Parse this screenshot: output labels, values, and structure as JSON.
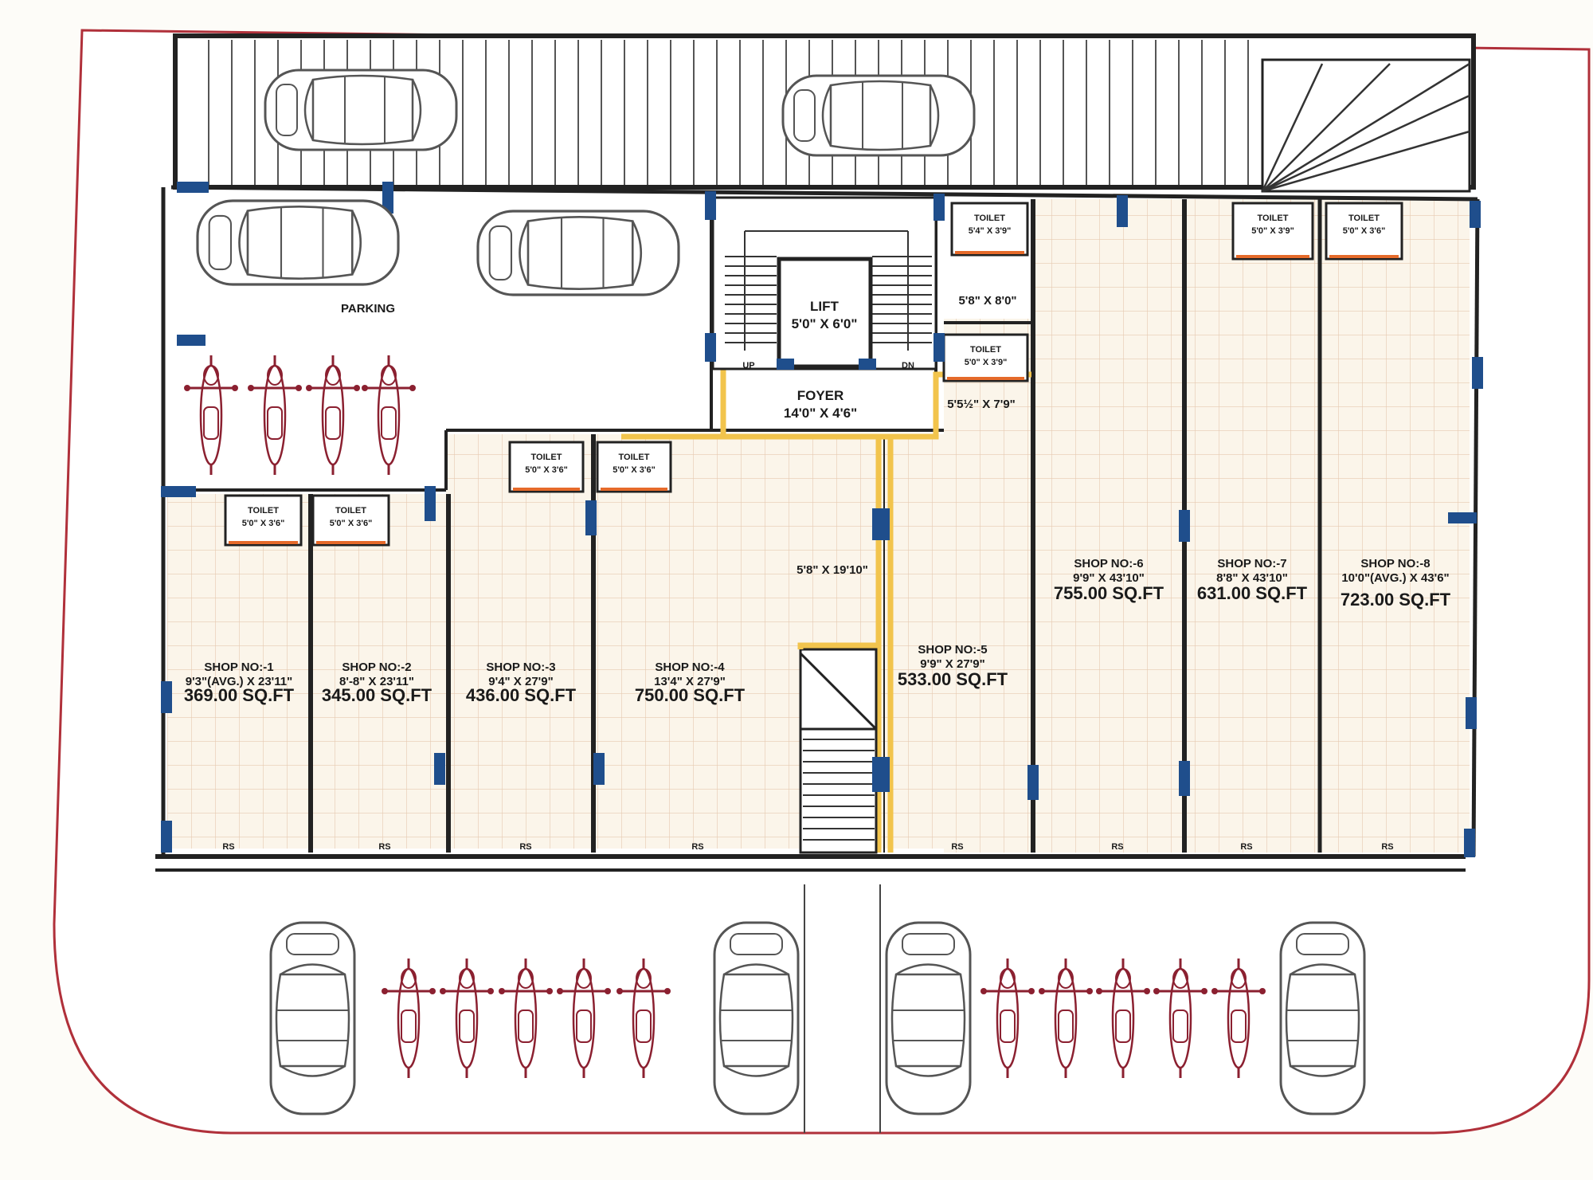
{
  "colors": {
    "background": "#fdfcf8",
    "plot_boundary": "#b0303a",
    "wall": "#222222",
    "column": "#1f4e8c",
    "corridor": "#f2c44c",
    "floor_grid": "#e6c9b0",
    "floor_fill": "#fbf5ea",
    "toilet_sill": "#e56a2a",
    "vehicle": "#555555",
    "motorbike": "#8b2030"
  },
  "icons": {
    "car": "car-icon",
    "motorbike": "motorbike-icon"
  },
  "labels": {
    "parking": "PARKING",
    "lift": "LIFT",
    "lift_size": "5'0\" X 6'0\"",
    "foyer": "FOYER",
    "foyer_size": "14'0\" X 4'6\"",
    "up": "UP",
    "dn": "DN",
    "passage_size": "5'8\" X 19'10\"",
    "lobby_size_1": "5'8\" X 8'0\"",
    "lobby_size_2": "5'5½\" X 7'9\"",
    "rs": "RS"
  },
  "toilets": [
    {
      "id": "t-top-1",
      "label": "TOILET",
      "size": "5'4\" X 3'9\""
    },
    {
      "id": "t-top-2",
      "label": "TOILET",
      "size": "5'0\" X 3'6\""
    },
    {
      "id": "t-mid-1",
      "label": "TOILET",
      "size": "5'0\" X 3'6\""
    },
    {
      "id": "t-mid-2",
      "label": "TOILET",
      "size": "5'0\" X 3'6\""
    },
    {
      "id": "t-left-1",
      "label": "TOILET",
      "size": "5'0\" X 3'6\""
    },
    {
      "id": "t-left-2",
      "label": "TOILET",
      "size": "5'0\" X 3'6\""
    },
    {
      "id": "t-right-1",
      "label": "TOILET",
      "size": "5'0\" X 3'9\""
    },
    {
      "id": "t-right-2",
      "label": "TOILET",
      "size": "5'0\" X 3'9\""
    }
  ],
  "shops": [
    {
      "no": "SHOP NO:-1",
      "dims": "9'3\"(AVG.) X 23'11\"",
      "area": "369.00 SQ.FT"
    },
    {
      "no": "SHOP NO:-2",
      "dims": "8'-8\" X 23'11\"",
      "area": "345.00 SQ.FT"
    },
    {
      "no": "SHOP NO:-3",
      "dims": "9'4\" X 27'9\"",
      "area": "436.00 SQ.FT"
    },
    {
      "no": "SHOP NO:-4",
      "dims": "13'4\" X 27'9\"",
      "area": "750.00 SQ.FT"
    },
    {
      "no": "SHOP NO:-5",
      "dims": "9'9\" X 27'9\"",
      "area": "533.00 SQ.FT"
    },
    {
      "no": "SHOP NO:-6",
      "dims": "9'9\" X 43'10\"",
      "area": "755.00 SQ.FT"
    },
    {
      "no": "SHOP NO:-7",
      "dims": "8'8\" X 43'10\"",
      "area": "631.00 SQ.FT"
    },
    {
      "no": "SHOP NO:-8",
      "dims": "10'0\"(AVG.) X 43'6\"",
      "area": "723.00 SQ.FT"
    }
  ]
}
